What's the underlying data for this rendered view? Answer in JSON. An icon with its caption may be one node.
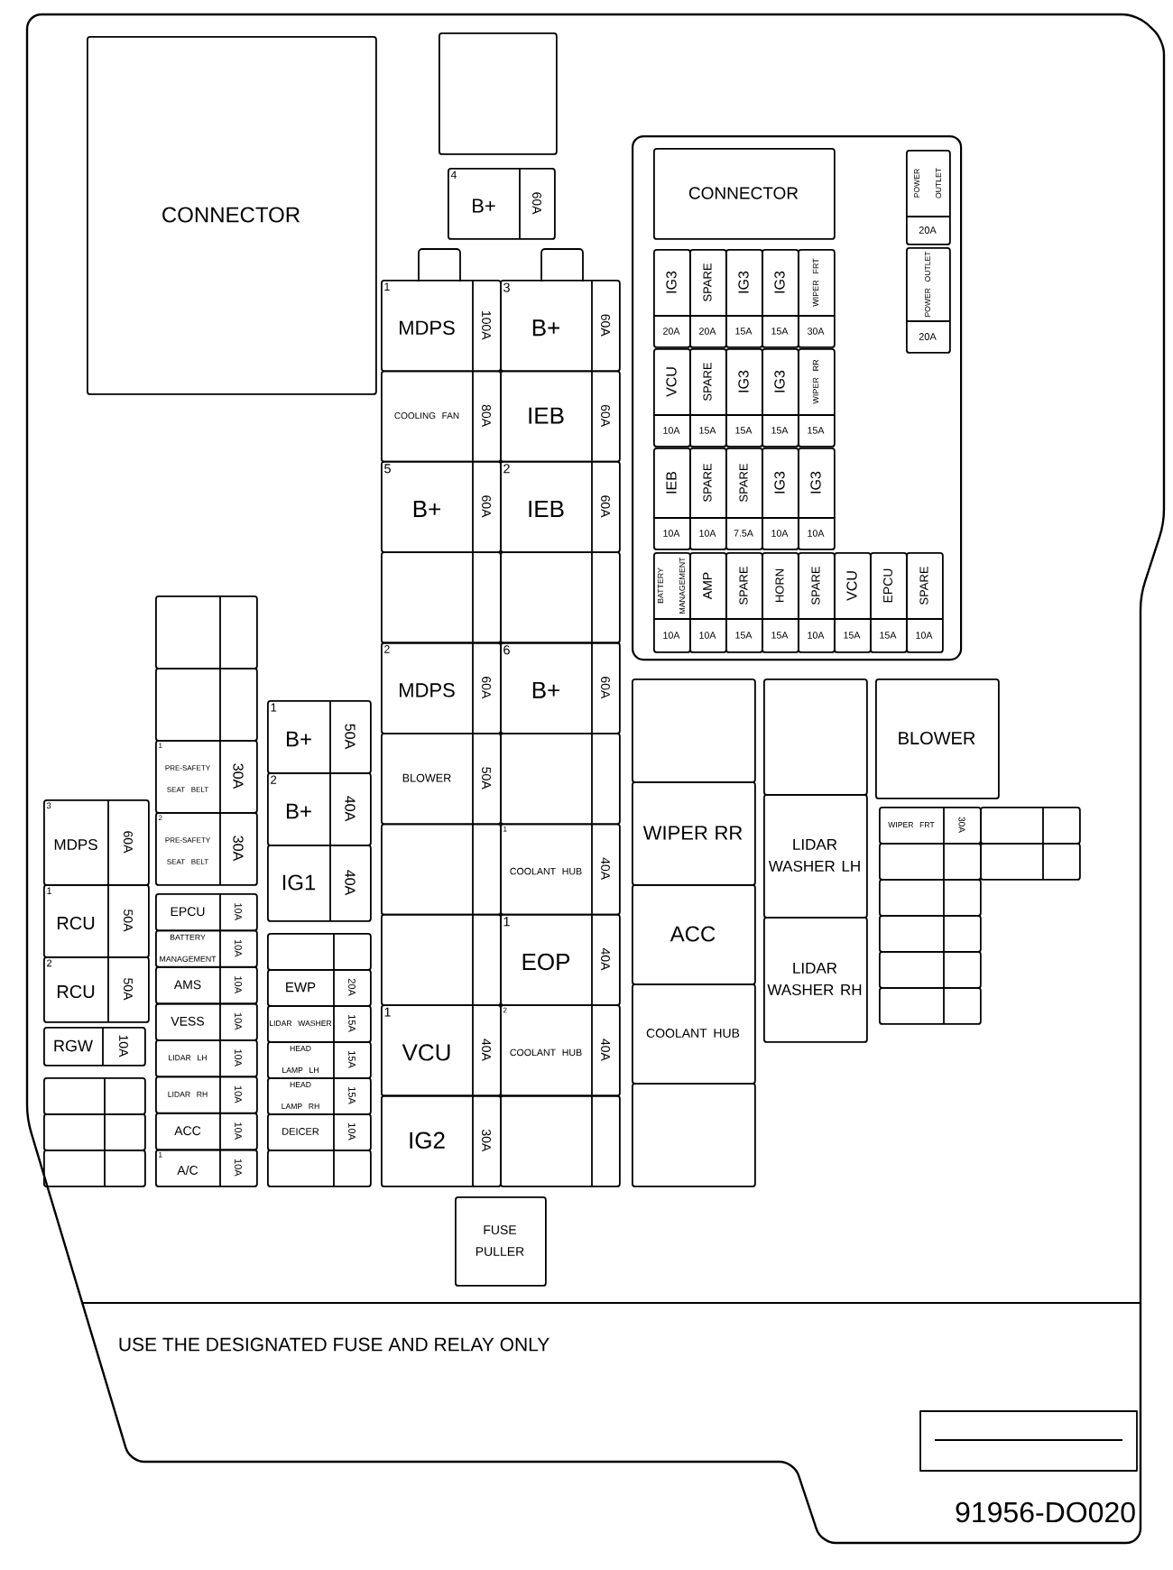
{
  "diagram": {
    "nodes": [
      {
        "text": [
          "CONNECTOR"
        ]
      },
      {
        "text": [],
        "shape": "box"
      },
      {
        "text": [
          "4",
          "B+",
          "60A"
        ]
      },
      {
        "text": [
          "1",
          "MDPS",
          "100A"
        ]
      },
      {
        "text": [
          "3",
          "B+",
          "60A"
        ]
      },
      {
        "text": [
          "COOLING FAN",
          "80A"
        ]
      },
      {
        "text": [
          "IEB",
          "60A"
        ]
      },
      {
        "text": [
          "5",
          "B+",
          "60A"
        ]
      },
      {
        "text": [
          "2",
          "IEB",
          "60A"
        ]
      },
      {
        "text": [],
        "shape": "box"
      },
      {
        "text": [],
        "shape": "box"
      },
      {
        "text": [
          "2",
          "MDPS",
          "60A"
        ]
      },
      {
        "text": [
          "6",
          "B+",
          "60A"
        ]
      },
      {
        "text": [
          "BLOWER",
          "50A"
        ]
      },
      {
        "text": [],
        "shape": "box"
      },
      {
        "text": [],
        "shape": "box"
      },
      {
        "text": [
          "1",
          "COOLANT HUB",
          "40A"
        ]
      },
      {
        "text": [],
        "shape": "box"
      },
      {
        "text": [
          "1",
          "EOP",
          "40A"
        ]
      },
      {
        "text": [
          "1",
          "VCU",
          "40A"
        ]
      },
      {
        "text": [
          "2",
          "COOLANT HUB",
          "40A"
        ]
      },
      {
        "text": [
          "IG2",
          "30A"
        ]
      },
      {
        "text": [],
        "shape": "box"
      },
      {
        "text": [
          "FUSE PULLER"
        ]
      },
      {
        "text": [],
        "shape": "box"
      },
      {
        "text": [
          "CONNECTOR"
        ],
        "in": 24
      },
      {
        "text": [
          "POWER OUTLET",
          "20A"
        ],
        "in": 24
      },
      {
        "text": [
          "POWER OUTLET",
          "20A"
        ],
        "in": 24
      },
      {
        "text": [
          "IG3",
          "20A"
        ],
        "in": 24
      },
      {
        "text": [
          "SPARE",
          "20A"
        ],
        "in": 24
      },
      {
        "text": [
          "IG3",
          "15A"
        ],
        "in": 24
      },
      {
        "text": [
          "IG3",
          "15A"
        ],
        "in": 24
      },
      {
        "text": [
          "WIPER FRT",
          "30A"
        ],
        "in": 24
      },
      {
        "text": [
          "VCU",
          "10A"
        ],
        "in": 24
      },
      {
        "text": [
          "SPARE",
          "15A"
        ],
        "in": 24
      },
      {
        "text": [
          "IG3",
          "15A"
        ],
        "in": 24
      },
      {
        "text": [
          "IG3",
          "15A"
        ],
        "in": 24
      },
      {
        "text": [
          "WIPER RR",
          "15A"
        ],
        "in": 24
      },
      {
        "text": [
          "IEB",
          "10A"
        ],
        "in": 24
      },
      {
        "text": [
          "SPARE",
          "10A"
        ],
        "in": 24
      },
      {
        "text": [
          "SPARE",
          "7.5A"
        ],
        "in": 24
      },
      {
        "text": [
          "IG3",
          "10A"
        ],
        "in": 24
      },
      {
        "text": [
          "IG3",
          "10A"
        ],
        "in": 24
      },
      {
        "text": [
          "BATTERY MANAGEMENT",
          "10A"
        ],
        "in": 24
      },
      {
        "text": [
          "AMP",
          "10A"
        ],
        "in": 24
      },
      {
        "text": [
          "SPARE",
          "15A"
        ],
        "in": 24
      },
      {
        "text": [
          "HORN",
          "15A"
        ],
        "in": 24
      },
      {
        "text": [
          "SPARE",
          "10A"
        ],
        "in": 24
      },
      {
        "text": [
          "VCU",
          "15A"
        ],
        "in": 24
      },
      {
        "text": [
          "EPCU",
          "15A"
        ],
        "in": 24
      },
      {
        "text": [
          "SPARE",
          "10A"
        ],
        "in": 24
      },
      {
        "text": [
          "3",
          "MDPS",
          "60A"
        ]
      },
      {
        "text": [
          "1",
          "RCU",
          "50A"
        ]
      },
      {
        "text": [
          "2",
          "RCU",
          "50A"
        ]
      },
      {
        "text": [
          "RGW",
          "10A"
        ]
      },
      {
        "text": [],
        "shape": "box"
      },
      {
        "text": [],
        "shape": "box"
      },
      {
        "text": [],
        "shape": "box"
      },
      {
        "text": [],
        "shape": "box"
      },
      {
        "text": [],
        "shape": "box"
      },
      {
        "text": [
          "1",
          "PRE-SAFETY SEAT BELT",
          "30A"
        ]
      },
      {
        "text": [
          "2",
          "PRE-SAFETY SEAT BELT",
          "30A"
        ]
      },
      {
        "text": [
          "EPCU",
          "10A"
        ]
      },
      {
        "text": [
          "BATTERY MANAGEMENT",
          "10A"
        ]
      },
      {
        "text": [
          "AMS",
          "10A"
        ]
      },
      {
        "text": [
          "VESS",
          "10A"
        ]
      },
      {
        "text": [
          "LIDAR LH",
          "10A"
        ]
      },
      {
        "text": [
          "LIDAR RH",
          "10A"
        ]
      },
      {
        "text": [
          "ACC",
          "10A"
        ]
      },
      {
        "text": [
          "1",
          "A/C",
          "10A"
        ]
      },
      {
        "text": [
          "1",
          "B+",
          "50A"
        ]
      },
      {
        "text": [
          "2",
          "B+",
          "40A"
        ]
      },
      {
        "text": [
          "IG1",
          "40A"
        ]
      },
      {
        "text": [],
        "shape": "box"
      },
      {
        "text": [
          "EWP",
          "20A"
        ]
      },
      {
        "text": [
          "LIDAR WASHER",
          "15A"
        ]
      },
      {
        "text": [
          "HEAD LAMP LH",
          "15A"
        ]
      },
      {
        "text": [
          "HEAD LAMP RH",
          "15A"
        ]
      },
      {
        "text": [
          "DEICER",
          "10A"
        ]
      },
      {
        "text": [],
        "shape": "box"
      },
      {
        "text": [],
        "shape": "box"
      },
      {
        "text": [
          "WIPER RR"
        ]
      },
      {
        "text": [
          "ACC"
        ]
      },
      {
        "text": [
          "COOLANT HUB"
        ]
      },
      {
        "text": [],
        "shape": "box"
      },
      {
        "text": [],
        "shape": "box"
      },
      {
        "text": [
          "LIDAR WASHER LH"
        ]
      },
      {
        "text": [
          "LIDAR WASHER RH"
        ]
      },
      {
        "text": [
          "BLOWER"
        ]
      },
      {
        "text": [
          "WIPER FRT",
          "30A"
        ]
      },
      {
        "text": [],
        "shape": "box"
      },
      {
        "text": [],
        "shape": "box"
      },
      {
        "text": [],
        "shape": "box"
      },
      {
        "text": [],
        "shape": "box"
      },
      {
        "text": [],
        "shape": "box"
      },
      {
        "text": [],
        "shape": "box"
      },
      {
        "text": [],
        "shape": "box"
      }
    ],
    "labels": [
      "USE THE DESIGNATED FUSE AND RELAY ONLY",
      "91956-DO020"
    ]
  }
}
